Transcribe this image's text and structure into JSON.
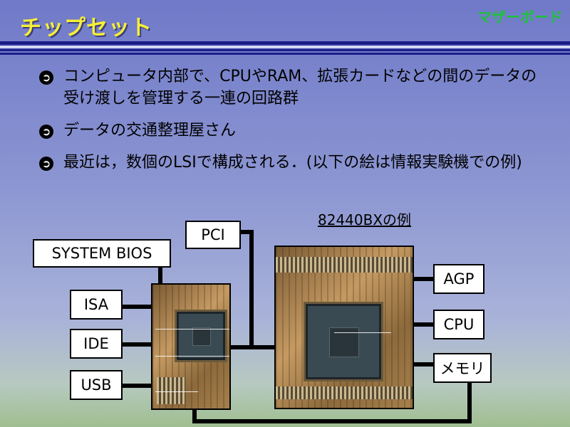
{
  "slide": {
    "title": "チップセット",
    "corner_label": "マザーボード",
    "bullets": [
      "コンピュータ内部で、CPUやRAM、拡張カードなどの間のデータの受け渡しを管理する一連の回路群",
      "データの交通整理屋さん",
      "最近は，数個のLSIで構成される．(以下の絵は情報実験機での例)"
    ],
    "example_label": "82440BXの例",
    "arrow_glyph": "➲"
  },
  "diagram": {
    "system_bios": "SYSTEM BIOS",
    "pci": "PCI",
    "isa": "ISA",
    "ide": "IDE",
    "usb": "USB",
    "agp": "AGP",
    "cpu": "CPU",
    "memory": "メモリ"
  },
  "colors": {
    "title": "#f7ee37",
    "corner_label": "#1fc13a",
    "rule": "#1b1c87"
  }
}
